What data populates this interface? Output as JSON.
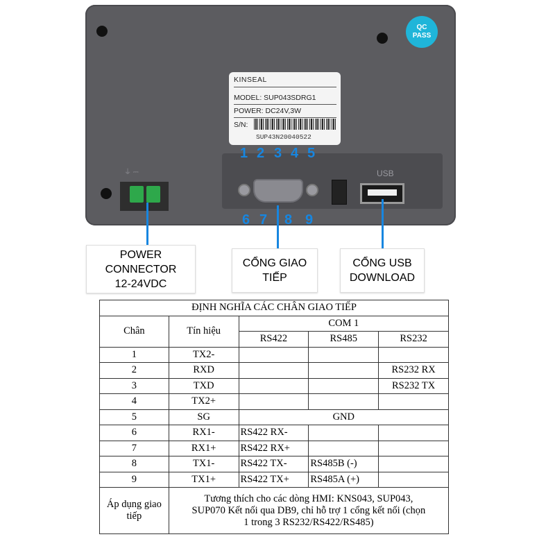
{
  "device": {
    "qc_badge": [
      "QC",
      "PASS"
    ],
    "label": {
      "brand": "KINSEAL",
      "model": "MODEL: SUP043SDRG1",
      "power": "POWER: DC24V,3W",
      "sn": "S/N:",
      "serial": "SUP43N20040522"
    },
    "usb_text": "USB",
    "pin_numbers_top": [
      "1",
      "2",
      "3",
      "4",
      "5"
    ],
    "pin_numbers_bottom": [
      "6",
      "7",
      "8",
      "9"
    ],
    "accent_color": "#1786e0",
    "badge_color": "#1fb5d9",
    "terminal_color": "#2ea84b"
  },
  "callouts": {
    "power": [
      "POWER",
      "CONNECTOR",
      "12-24VDC"
    ],
    "comm": [
      "CỔNG GIAO",
      "TIẾP"
    ],
    "usb": [
      "CỔNG USB",
      "DOWNLOAD"
    ]
  },
  "table": {
    "title": "ĐỊNH NGHĨA CÁC CHÂN GIAO TIẾP",
    "col_pin": "Chân",
    "col_signal": "Tín hiệu",
    "com": "COM 1",
    "sub": [
      "RS422",
      "RS485",
      "RS232"
    ],
    "rows": [
      {
        "pin": "1",
        "sig": "TX2-",
        "rs422": "",
        "rs485": "",
        "rs232": ""
      },
      {
        "pin": "2",
        "sig": "RXD",
        "rs422": "",
        "rs485": "",
        "rs232": "RS232 RX"
      },
      {
        "pin": "3",
        "sig": "TXD",
        "rs422": "",
        "rs485": "",
        "rs232": "RS232 TX"
      },
      {
        "pin": "4",
        "sig": "TX2+",
        "rs422": "",
        "rs485": "",
        "rs232": ""
      },
      {
        "pin": "5",
        "sig": "SG",
        "merged": "GND"
      },
      {
        "pin": "6",
        "sig": "RX1-",
        "rs422": "RS422 RX-",
        "rs485": "",
        "rs232": ""
      },
      {
        "pin": "7",
        "sig": "RX1+",
        "rs422": "RS422 RX+",
        "rs485": "",
        "rs232": ""
      },
      {
        "pin": "8",
        "sig": "TX1-",
        "rs422": "RS422 TX-",
        "rs485": "RS485B (-)",
        "rs232": ""
      },
      {
        "pin": "9",
        "sig": "TX1+",
        "rs422": "RS422 TX+",
        "rs485": "RS485A (+)",
        "rs232": ""
      }
    ],
    "apply_label": [
      "Áp dụng giao",
      "tiếp"
    ],
    "apply_text": [
      "Tương thích cho các dòng HMI: KNS043, SUP043,",
      "SUP070 Kết nối qua DB9, chỉ hỗ trợ 1 cổng kết nối (chọn",
      "1 trong 3 RS232/RS422/RS485)"
    ]
  }
}
